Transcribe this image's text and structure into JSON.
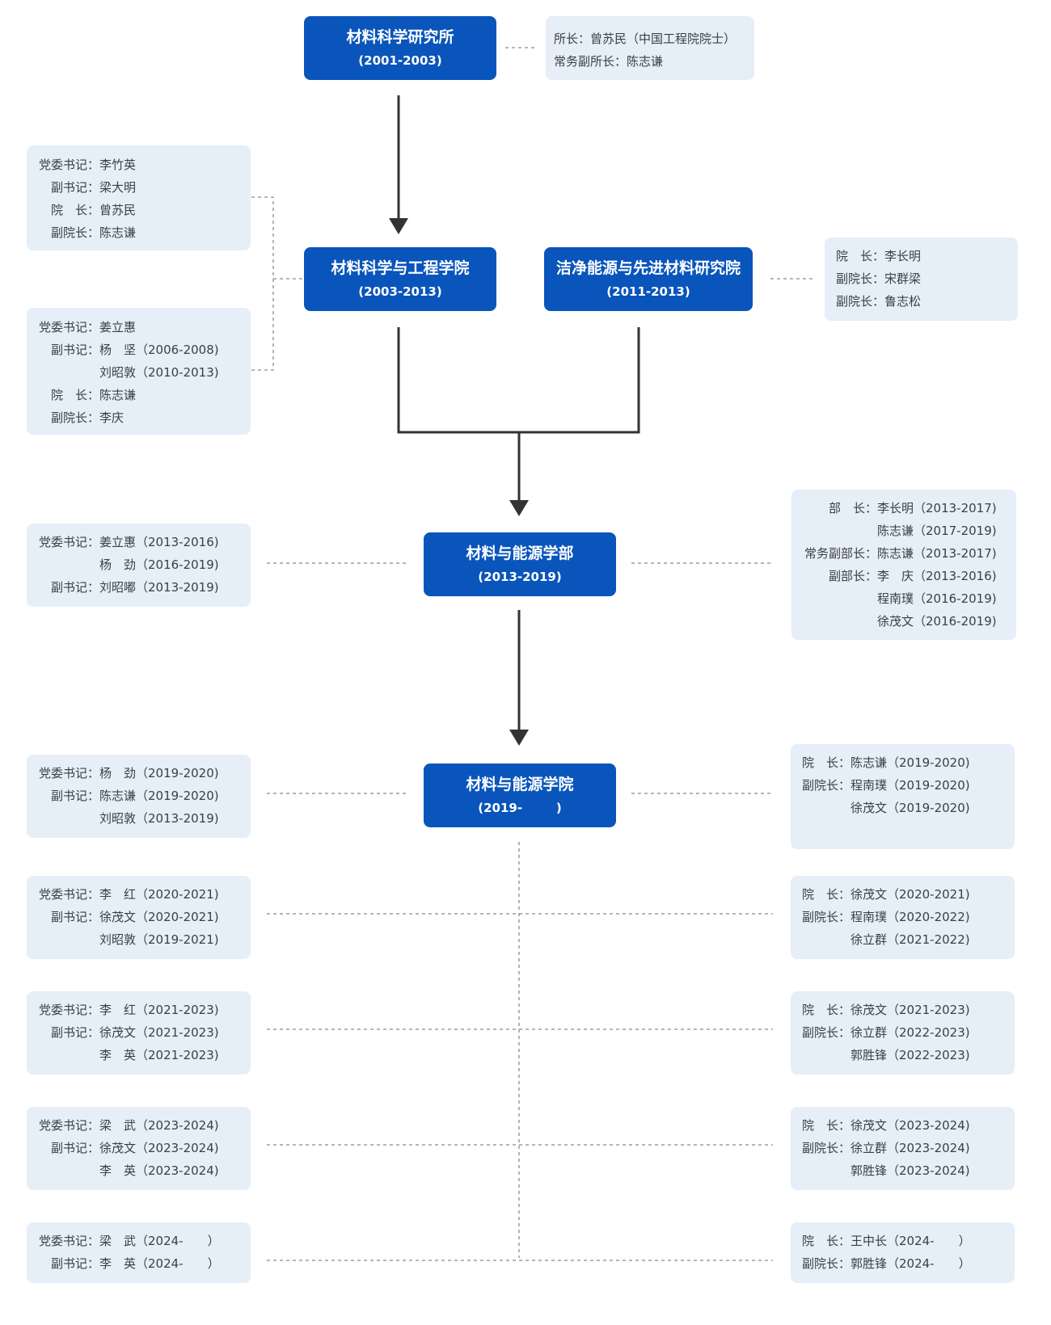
{
  "nodes": [
    {
      "id": "inst-2001",
      "title": "材料科学研究所",
      "period": "(2001-2003)"
    },
    {
      "id": "school-2003",
      "title": "材料科学与工程学院",
      "period": "(2003-2013)"
    },
    {
      "id": "clean-energy-2011",
      "title": "洁净能源与先进材料研究院",
      "period": "(2011-2013)"
    },
    {
      "id": "faculty-2013",
      "title": "材料与能源学部",
      "period": "(2013-2019)"
    },
    {
      "id": "school-2019",
      "title": "材料与能源学院",
      "period": "(2019-        )"
    }
  ],
  "boxes": [
    {
      "id": "inst-leaders",
      "rows": [
        {
          "label": "所长：",
          "value": "曾苏民（中国工程院院士）"
        },
        {
          "label": "常务副所长：",
          "value": "陈志谦"
        }
      ]
    },
    {
      "id": "school2003-leaders-a",
      "rows": [
        {
          "label": "党委书记：",
          "value": "李竹英"
        },
        {
          "label": "副书记：",
          "value": "梁大明"
        },
        {
          "label": "院　长：",
          "value": "曾苏民"
        },
        {
          "label": "副院长：",
          "value": "陈志谦"
        }
      ]
    },
    {
      "id": "school2003-leaders-b",
      "rows": [
        {
          "label": "党委书记：",
          "value": "姜立惠"
        },
        {
          "label": "副书记：",
          "value": "杨　坚（2006-2008)"
        },
        {
          "label": "",
          "value": "刘昭敦（2010-2013)"
        },
        {
          "label": "院　长：",
          "value": "陈志谦"
        },
        {
          "label": "副院长：",
          "value": "李庆"
        }
      ]
    },
    {
      "id": "clean-energy-leaders",
      "rows": [
        {
          "label": "院　长：",
          "value": "李长明"
        },
        {
          "label": "副院长：",
          "value": "宋群梁"
        },
        {
          "label": "副院长：",
          "value": "鲁志松"
        }
      ]
    },
    {
      "id": "faculty-party",
      "rows": [
        {
          "label": "党委书记：",
          "value": "姜立惠（2013-2016)"
        },
        {
          "label": "",
          "value": "杨　劲（2016-2019)"
        },
        {
          "label": "副书记：",
          "value": "刘昭嘟（2013-2019)"
        }
      ]
    },
    {
      "id": "faculty-admin",
      "rows": [
        {
          "label": "部　长：",
          "value": "李长明（2013-2017)"
        },
        {
          "label": "",
          "value": "陈志谦（2017-2019)"
        },
        {
          "label": "常务副部长：",
          "value": "陈志谦（2013-2017)"
        },
        {
          "label": "副部长：",
          "value": "李　庆（2013-2016)"
        },
        {
          "label": "",
          "value": "程南璞（2016-2019)"
        },
        {
          "label": "",
          "value": "徐茂文（2016-2019)"
        }
      ]
    },
    {
      "id": "p2019",
      "rows": [
        {
          "label": "党委书记：",
          "value": "杨　劲（2019-2020)"
        },
        {
          "label": "副书记：",
          "value": "陈志谦（2019-2020)"
        },
        {
          "label": "",
          "value": "刘昭敦（2013-2019)"
        }
      ]
    },
    {
      "id": "a2019",
      "rows": [
        {
          "label": "院　长：",
          "value": "陈志谦（2019-2020)"
        },
        {
          "label": "副院长：",
          "value": "程南璞（2019-2020)"
        },
        {
          "label": "",
          "value": "徐茂文（2019-2020)"
        }
      ]
    },
    {
      "id": "p2020",
      "rows": [
        {
          "label": "党委书记：",
          "value": "李　红（2020-2021)"
        },
        {
          "label": "副书记：",
          "value": "徐茂文（2020-2021)"
        },
        {
          "label": "",
          "value": "刘昭敦（2019-2021)"
        }
      ]
    },
    {
      "id": "a2020",
      "rows": [
        {
          "label": "院　长：",
          "value": "徐茂文（2020-2021)"
        },
        {
          "label": "副院长：",
          "value": "程南璞（2020-2022)"
        },
        {
          "label": "",
          "value": "徐立群（2021-2022)"
        }
      ]
    },
    {
      "id": "p2021",
      "rows": [
        {
          "label": "党委书记：",
          "value": "李　红（2021-2023)"
        },
        {
          "label": "副书记：",
          "value": "徐茂文（2021-2023)"
        },
        {
          "label": "",
          "value": "李　英（2021-2023)"
        }
      ]
    },
    {
      "id": "a2021",
      "rows": [
        {
          "label": "院　长：",
          "value": "徐茂文（2021-2023)"
        },
        {
          "label": "副院长：",
          "value": "徐立群（2022-2023)"
        },
        {
          "label": "",
          "value": "郭胜锋（2022-2023)"
        }
      ]
    },
    {
      "id": "p2023",
      "rows": [
        {
          "label": "党委书记：",
          "value": "梁　武（2023-2024)"
        },
        {
          "label": "副书记：",
          "value": "徐茂文（2023-2024)"
        },
        {
          "label": "",
          "value": "李　英（2023-2024)"
        }
      ]
    },
    {
      "id": "a2023",
      "rows": [
        {
          "label": "院　长：",
          "value": "徐茂文（2023-2024)"
        },
        {
          "label": "副院长：",
          "value": "徐立群（2023-2024)"
        },
        {
          "label": "",
          "value": "郭胜锋（2023-2024)"
        }
      ]
    },
    {
      "id": "p2024",
      "rows": [
        {
          "label": "党委书记：",
          "value": "梁　武（2024-　　）"
        },
        {
          "label": "副书记：",
          "value": "李　英（2024-　　）"
        }
      ]
    },
    {
      "id": "a2024",
      "rows": [
        {
          "label": "院　长：",
          "value": "王中长（2024-　　）"
        },
        {
          "label": "副院长：",
          "value": "郭胜锋（2024-　　）"
        }
      ]
    }
  ],
  "colors": {
    "node_fill": "#0a55bb",
    "box_fill": "#e6eef8",
    "arrow": "#333333",
    "dash": "#8a8a8a"
  }
}
